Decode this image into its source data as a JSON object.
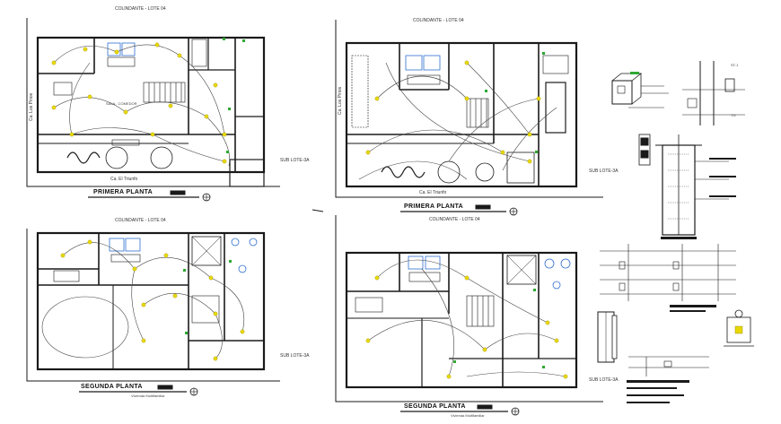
{
  "plans": [
    {
      "id": "plan-1",
      "top_label": "COLINDANTE - LOTE 04",
      "side_label": "Ca. Los Pinos",
      "bottom_label": "Ca. El Triunfo",
      "right_label": "SUB LOTE-3A",
      "title": "PRIMERA PLANTA",
      "room_label": "SALA - COMEDOR"
    },
    {
      "id": "plan-2",
      "top_label": "COLINDANTE - LOTE 04",
      "side_label": "Ca. Los Pinos",
      "bottom_label": "Ca. El Triunfo",
      "right_label": "SUB LOTE-3A",
      "title": "PRIMERA PLANTA"
    },
    {
      "id": "plan-3",
      "top_label": "COLINDANTE - LOTE 04",
      "right_label": "SUB LOTE-3A",
      "title": "SEGUNDA PLANTA",
      "subtitle": "Vivienda Multifamiliar"
    },
    {
      "id": "plan-4",
      "top_label": "COLINDANTE - LOTE 04",
      "right_label": "SUB LOTE-3A",
      "title": "SEGUNDA PLANTA",
      "subtitle": "Vivienda Multifamiliar"
    }
  ],
  "details": {
    "st1": "ST-1",
    "tg": "TG"
  },
  "colors": {
    "line": "#1a1a1a",
    "wiring": "#444444",
    "fixture": "#e8d800",
    "accent_green": "#2fa832",
    "fixture_blue": "#2f6fd0"
  }
}
